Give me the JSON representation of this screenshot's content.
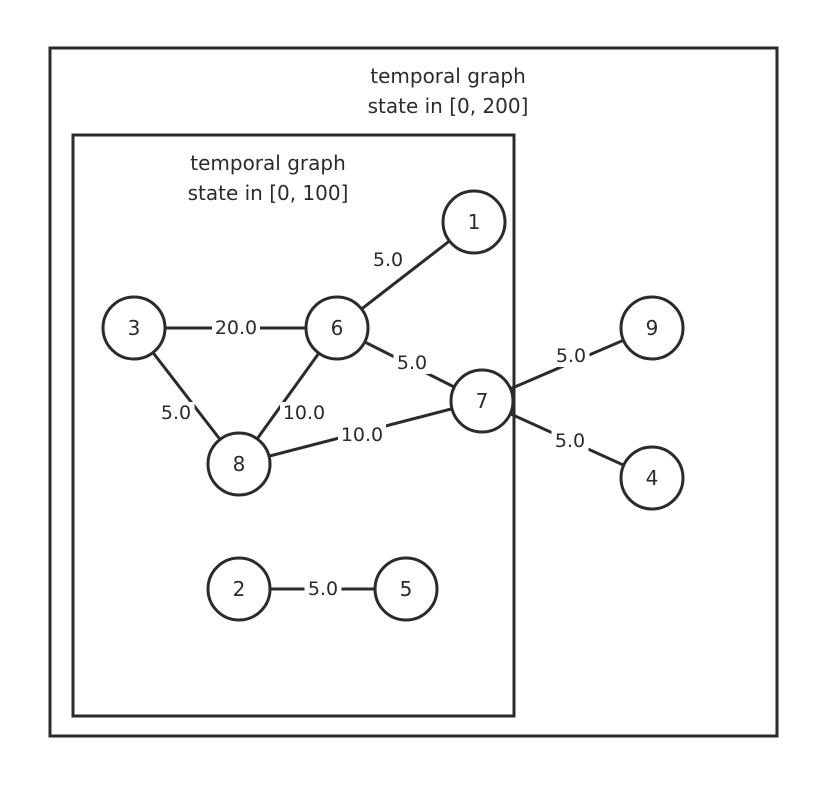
{
  "outer_frame": {
    "caption_line1": "temporal graph",
    "caption_line2": "state in [0, 200]"
  },
  "inner_frame": {
    "caption_line1": "temporal graph",
    "caption_line2": "state in [0, 100]"
  },
  "nodes": [
    {
      "id": "1",
      "label": "1"
    },
    {
      "id": "3",
      "label": "3"
    },
    {
      "id": "6",
      "label": "6"
    },
    {
      "id": "7",
      "label": "7"
    },
    {
      "id": "8",
      "label": "8"
    },
    {
      "id": "9",
      "label": "9"
    },
    {
      "id": "4",
      "label": "4"
    },
    {
      "id": "2",
      "label": "2"
    },
    {
      "id": "5",
      "label": "5"
    }
  ],
  "edges": [
    {
      "from": "3",
      "to": "6",
      "weight": "20.0"
    },
    {
      "from": "6",
      "to": "1",
      "weight": "5.0"
    },
    {
      "from": "6",
      "to": "7",
      "weight": "5.0"
    },
    {
      "from": "3",
      "to": "8",
      "weight": "5.0"
    },
    {
      "from": "8",
      "to": "6",
      "weight": "10.0"
    },
    {
      "from": "8",
      "to": "7",
      "weight": "10.0"
    },
    {
      "from": "7",
      "to": "9",
      "weight": "5.0"
    },
    {
      "from": "7",
      "to": "4",
      "weight": "5.0"
    },
    {
      "from": "2",
      "to": "5",
      "weight": "5.0"
    }
  ]
}
